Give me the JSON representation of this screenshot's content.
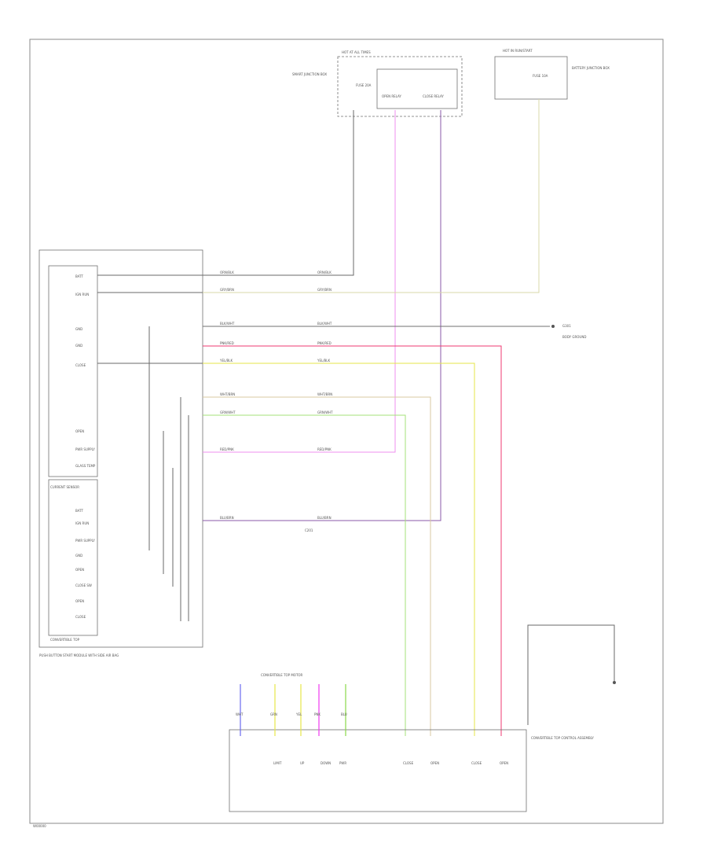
{
  "diagram": {
    "footer_code": "W00000",
    "left_module": {
      "note": "PUSH BUTTON START MODULE WITH SIDE AIR BAG",
      "pins_top": [
        "BATT",
        "IGN RUN",
        "GND",
        "GND",
        "CLOSE",
        "OPEN",
        "PWR SUPPLY",
        "GLASS TEMP"
      ],
      "lower_label": "CURRENT SENSOR",
      "pins_bottom": [
        "BATT",
        "IGN RUN",
        "PWR SUPPLY",
        "GND",
        "OPEN",
        "CLOSE SW",
        "OPEN",
        "CLOSE"
      ],
      "bottom_label": "CONVERTIBLE TOP"
    },
    "harness": {
      "connector_label": "C201",
      "wires": [
        {
          "label": "ORN/BLK",
          "color": "#f2b07a"
        },
        {
          "label": "GRY/BRN",
          "color": "#c8c8c8"
        },
        {
          "label": "BLK/WHT",
          "color": "#707070"
        },
        {
          "label": "PNK/RED",
          "color": "#e0567e"
        },
        {
          "label": "YEL/BLK",
          "color": "#e6e64a"
        },
        {
          "label": "WHT/BRN",
          "color": "#bfbfbf"
        },
        {
          "label": "GRN/WHT",
          "color": "#a6e07a"
        },
        {
          "label": "RED/PNK",
          "color": "#ef3a70"
        },
        {
          "label": "BLU/BRN",
          "color": "#8a5aa8"
        }
      ]
    },
    "fuse_block": {
      "title": "HOT AT ALL TIMES",
      "note": "SMART JUNCTION BOX",
      "fuse": "FUSE 20A",
      "relays": [
        "OPEN RELAY",
        "CLOSE RELAY"
      ]
    },
    "second_box": {
      "title": "HOT IN RUN/START",
      "note": "BATTERY JUNCTION BOX",
      "fuse": "FUSE 10A"
    },
    "ground_labels": [
      "G301",
      "BODY GROUND"
    ],
    "motor_module": {
      "label": "CONVERTIBLE TOP MOTOR",
      "pin_labels": [
        "LIMIT",
        "UP",
        "DOWN",
        "PWR",
        "CLOSE",
        "OPEN",
        "CLOSE",
        "OPEN"
      ],
      "side_label": "CONVERTIBLE TOP CONTROL ASSEMBLY"
    },
    "vertical_wire_labels": [
      "WHT",
      "GRN",
      "YEL",
      "PNK",
      "BLU"
    ]
  }
}
